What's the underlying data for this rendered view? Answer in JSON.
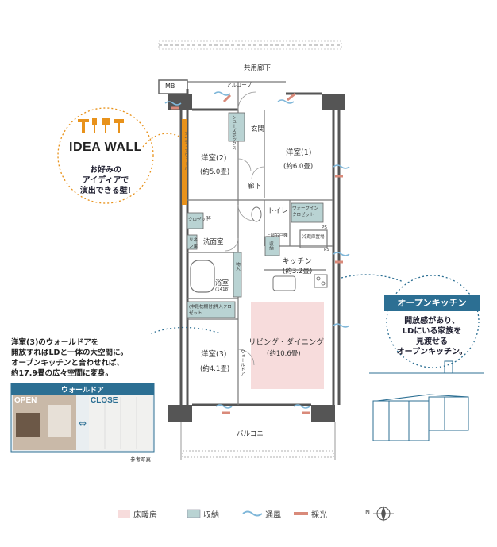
{
  "plan": {
    "corridor": "共用廊下",
    "alcove": "アルコーブ",
    "mb": "MB",
    "entrance": "玄関",
    "hall": "廊下",
    "balcony": "バルコニー",
    "rooms": {
      "room1_name": "洋室(1)",
      "room1_size": "(約6.0畳)",
      "room2_name": "洋室(2)",
      "room2_size": "(約5.0畳)",
      "room3_name": "洋室(3)",
      "room3_size": "(約4.1畳)",
      "ld_name": "リビング・ダイニング",
      "ld_size": "(約10.6畳)",
      "kitchen_name": "キッチン",
      "kitchen_size": "(約3.2畳)",
      "toilet": "トイレ",
      "wash": "洗面室",
      "bath": "浴室",
      "bath_size": "(1418)"
    },
    "small_labels": {
      "shoes": "シューズボックス",
      "closet": "クロゼット",
      "wic": "ウォークインクロゼット",
      "wall_label": "アイディアウォール",
      "wall_door": "ウォールドア",
      "oshiire": "(中段枕棚付)押入クロゼット",
      "ps1": "PS",
      "ps2": "PS",
      "ps3": "PS",
      "upper_shelf": "上部吊戸棚",
      "storage": "収納",
      "storage2": "物入",
      "fridge": "冷蔵庫置場",
      "linen": "リネン庫"
    }
  },
  "idea_wall": {
    "title": "IDEA WALL",
    "text1": "お好みの",
    "text2": "アイディアで",
    "text3": "演出できる壁!"
  },
  "open_kitchen": {
    "title": "オープンキッチン",
    "text1": "開放感があり、",
    "text2": "LDにいる家族を",
    "text3": "見渡せる",
    "text4": "オープンキッチン。"
  },
  "wall_door_note": {
    "line1": "洋室(3)のウォールドアを",
    "line2": "開放すればLDと一体の大空間に。",
    "line3": "オープンキッチンと合わせれば、",
    "line4": "約17.9畳の広々空間に変身。"
  },
  "photo": {
    "header": "ウォールドア",
    "open": "OPEN",
    "close": "CLOSE",
    "caption": "参考写真"
  },
  "legend": {
    "floor_heating": "床暖房",
    "storage": "収納",
    "ventilation": "通風",
    "daylight": "採光",
    "north": "N"
  },
  "colors": {
    "floor_heating": "#f7dcdc",
    "storage": "#b9d3d3",
    "ventilation": "#7fb7d9",
    "daylight": "#d98a7a",
    "accent": "#2c6f93",
    "idea_orange": "#e8921b"
  }
}
